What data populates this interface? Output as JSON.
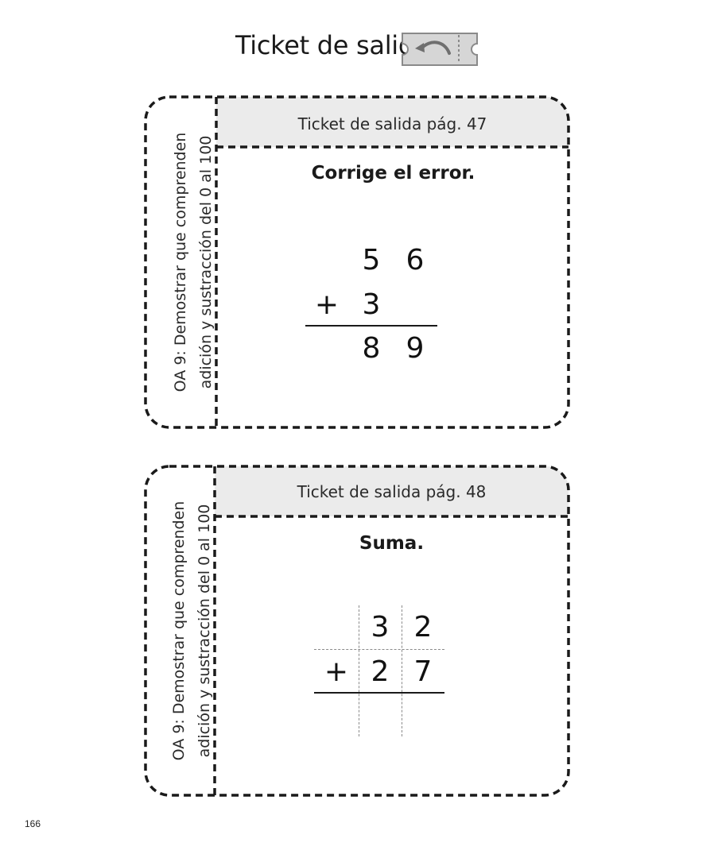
{
  "page": {
    "title": "Ticket de salida",
    "number": "166",
    "icon": "ticket-return-arrow-icon"
  },
  "tickets": [
    {
      "side_label": [
        "OA 9: Demostrar que comprenden",
        "adición y sustracción del 0 al 100"
      ],
      "header": "Ticket de salida pág. 47",
      "instruction": "Corrige el error.",
      "operation": {
        "row1": [
          "5",
          "6"
        ],
        "operator": "+",
        "row2": [
          "3",
          ""
        ],
        "result": [
          "8",
          "9"
        ]
      }
    },
    {
      "side_label": [
        "OA 9: Demostrar que comprenden",
        "adición y sustracción del 0 al 100"
      ],
      "header": "Ticket de salida pág. 48",
      "instruction": "Suma.",
      "operation": {
        "row1": [
          "3",
          "2"
        ],
        "operator": "+",
        "row2": [
          "2",
          "7"
        ],
        "result": [
          "",
          ""
        ]
      }
    }
  ],
  "colors": {
    "header_fill": "#ebebeb",
    "border": "#1a1a1a",
    "icon_fill": "#d6d6d6",
    "icon_stroke": "#8a8a8a"
  }
}
